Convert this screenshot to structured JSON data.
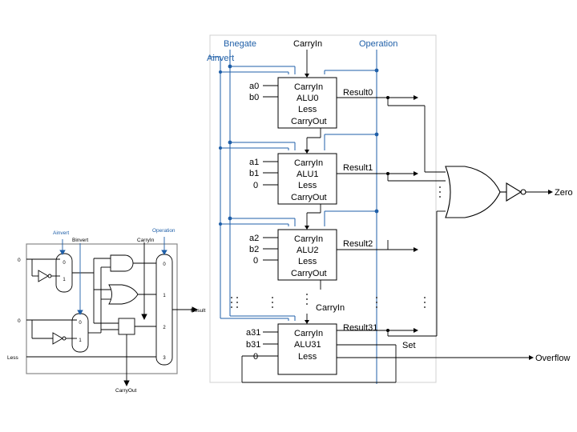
{
  "main": {
    "top_labels": {
      "bnegate": "Bnegate",
      "carryin": "CarryIn",
      "operation": "Operation",
      "ainvert": "Ainvert"
    },
    "alus": [
      {
        "a": "a0",
        "b": "b0",
        "less": "",
        "carryin": "CarryIn",
        "name": "ALU0",
        "less_label": "Less",
        "carryout": "CarryOut",
        "result": "Result0"
      },
      {
        "a": "a1",
        "b": "b1",
        "less": "0",
        "carryin": "CarryIn",
        "name": "ALU1",
        "less_label": "Less",
        "carryout": "CarryOut",
        "result": "Result1"
      },
      {
        "a": "a2",
        "b": "b2",
        "less": "0",
        "carryin": "CarryIn",
        "name": "ALU2",
        "less_label": "Less",
        "carryout": "CarryOut",
        "result": "Result2"
      },
      {
        "a": "a31",
        "b": "b31",
        "less": "0",
        "carryin": "CarryIn",
        "name": "ALU31",
        "less_label": "Less",
        "carryout": "",
        "result": "Result31"
      }
    ],
    "middle_carryin": "CarryIn",
    "set_label": "Set",
    "overflow_label": "Overflow",
    "zero_label": "Zero",
    "colors": {
      "wire": "#000000",
      "control": "#1f5fa8",
      "dot": "#1f5fa8",
      "frame": "#cfcfcf"
    }
  },
  "inset": {
    "ainvert": "Ainvert",
    "binvert": "Binvert",
    "carryin": "CarryIn",
    "operation": "Operation",
    "input_a": "0",
    "input_b": "0",
    "less": "Less",
    "result": "Result",
    "carryout": "CarryOut",
    "mux_a": [
      "0",
      "1"
    ],
    "mux_b": [
      "0",
      "1"
    ],
    "mux_op": [
      "0",
      "1",
      "2",
      "3"
    ]
  }
}
